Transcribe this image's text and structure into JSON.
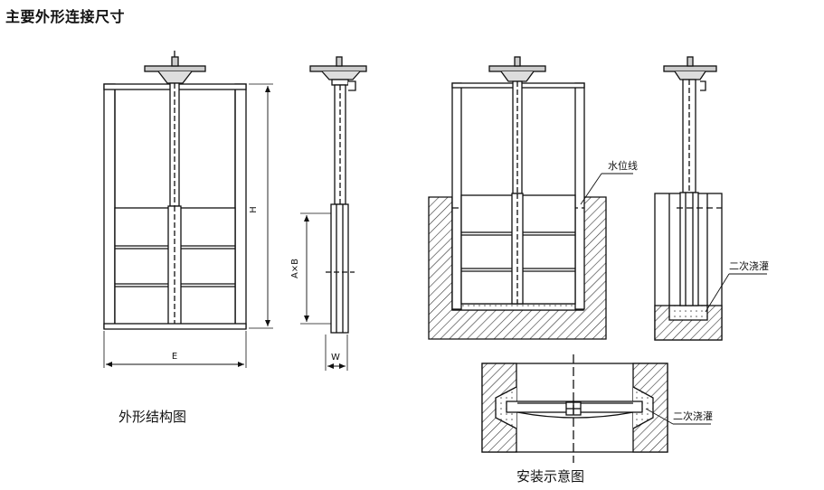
{
  "page_title": "主要外形连接尺寸",
  "labels": {
    "outline_caption": "外形结构图",
    "install_caption": "安装示意图",
    "water_line": "水位线",
    "grout_side": "二次浇灌",
    "grout_plan": "二次浇灌",
    "dim_h": "H",
    "dim_e": "E",
    "dim_axb": "A×B",
    "dim_w": "W"
  }
}
